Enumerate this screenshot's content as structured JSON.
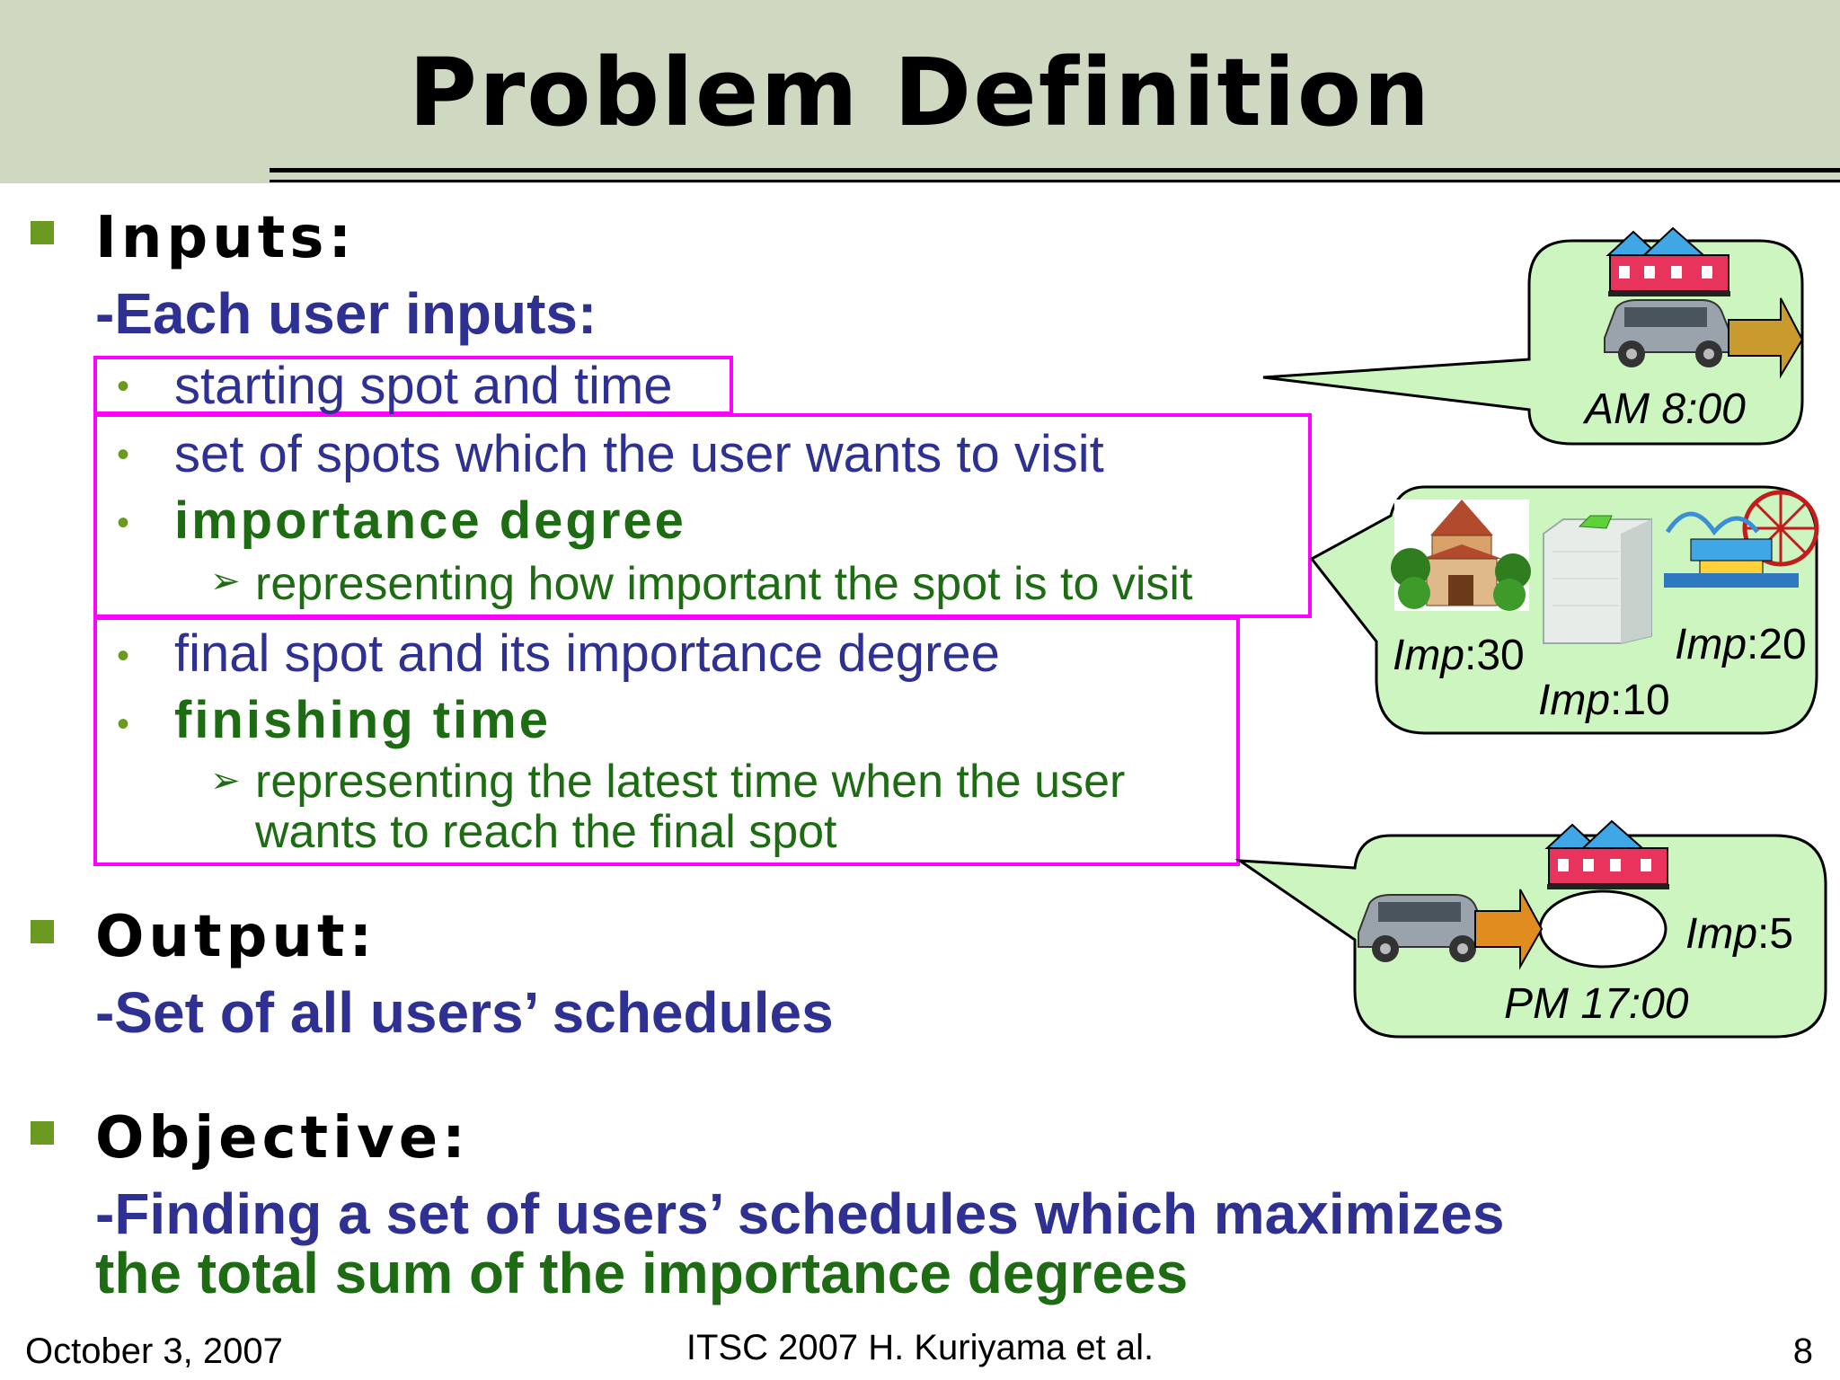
{
  "title": "Problem Definition",
  "sections": {
    "inputs": {
      "heading": "Inputs:",
      "subheading": "-Each user inputs:",
      "items": [
        "starting spot and time",
        "set of spots which the user wants to visit",
        "importance degree",
        "representing how important the spot is to visit",
        "final spot and its importance degree",
        "finishing time",
        "representing the latest time when the user",
        "wants to reach the final spot"
      ]
    },
    "output": {
      "heading": "Output:",
      "subheading": "-Set of all users’ schedules"
    },
    "objective": {
      "heading": "Objective:",
      "line1": "-Finding a set of users’ schedules which maximizes",
      "line2": "the total sum of the importance degrees"
    }
  },
  "callouts": {
    "start": {
      "time": "AM 8:00"
    },
    "spots": {
      "imp_label": "Imp",
      "values": [
        ":30",
        ":10",
        ":20"
      ]
    },
    "final": {
      "imp_label": "Imp",
      "imp_value": ":5",
      "time": "PM 17:00"
    }
  },
  "footer": {
    "date": "October 3, 2007",
    "center": "ITSC 2007 H. Kuriyama et al.",
    "page": "8"
  },
  "colors": {
    "title_band": "#cfd9c2",
    "blue_text": "#2e3192",
    "green_text": "#1d6b12",
    "highlight_box": "#ff00ff",
    "bullet_square": "#6a9a1f",
    "bubble_fill": "#ccf5c0"
  },
  "icons": [
    "house-icon",
    "car-icon",
    "arrow-right-icon",
    "temple-icon",
    "building-icon",
    "amusement-park-icon"
  ]
}
